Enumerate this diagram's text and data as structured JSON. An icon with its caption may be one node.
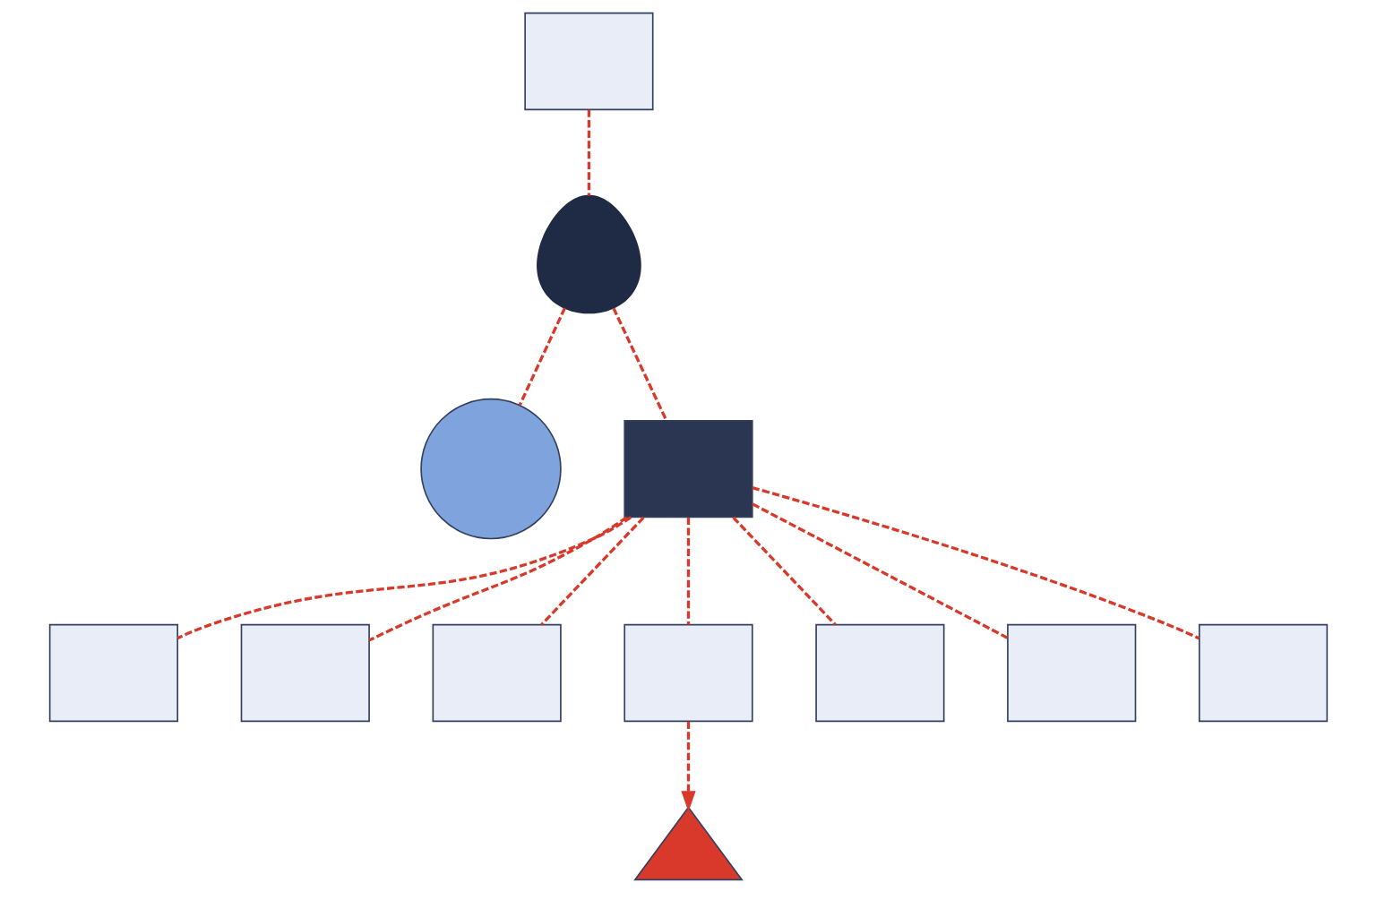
{
  "diagram": {
    "nodes": [
      {
        "text": [],
        "shape": "box"
      },
      {
        "text": [],
        "shape": "person"
      },
      {
        "text": [],
        "shape": "circle"
      },
      {
        "text": [],
        "shape": "box"
      },
      {
        "text": [],
        "shape": "box"
      },
      {
        "text": [],
        "shape": "box"
      },
      {
        "text": [],
        "shape": "box"
      },
      {
        "text": [],
        "shape": "box"
      },
      {
        "text": [],
        "shape": "triangle"
      },
      {
        "text": [],
        "shape": "box"
      },
      {
        "text": [],
        "shape": "box"
      },
      {
        "text": [],
        "shape": "box"
      }
    ],
    "edges": [
      {
        "from": 0,
        "to": 1,
        "arrow": "none"
      },
      {
        "from": 1,
        "to": 2,
        "arrow": "none"
      },
      {
        "from": 1,
        "to": 5,
        "arrow": "none"
      },
      {
        "from": 5,
        "to": 3,
        "arrow": "none"
      },
      {
        "from": 5,
        "to": 4,
        "arrow": "none"
      },
      {
        "from": 5,
        "to": 6,
        "arrow": "none"
      },
      {
        "from": 5,
        "to": 7,
        "arrow": "none"
      },
      {
        "from": 5,
        "to": 9,
        "arrow": "none"
      },
      {
        "from": 5,
        "to": 10,
        "arrow": "none"
      },
      {
        "from": 5,
        "to": 11,
        "arrow": "none"
      },
      {
        "from": 7,
        "to": 8,
        "arrow": "to"
      }
    ]
  }
}
